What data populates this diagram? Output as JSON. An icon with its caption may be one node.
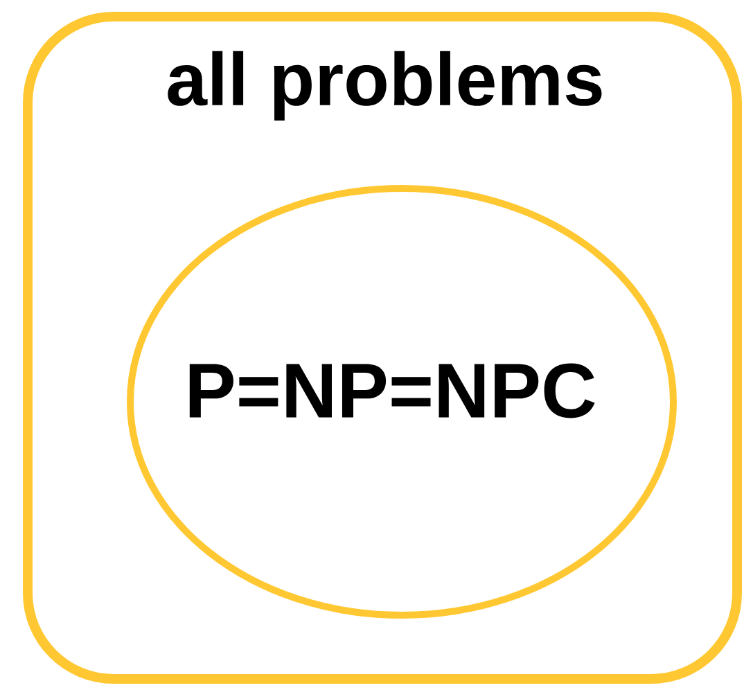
{
  "diagram": {
    "nodes": [
      {
        "text": [
          "all problems"
        ]
      },
      {
        "text": [
          "P=NP=NPC"
        ],
        "in": 0
      }
    ]
  }
}
